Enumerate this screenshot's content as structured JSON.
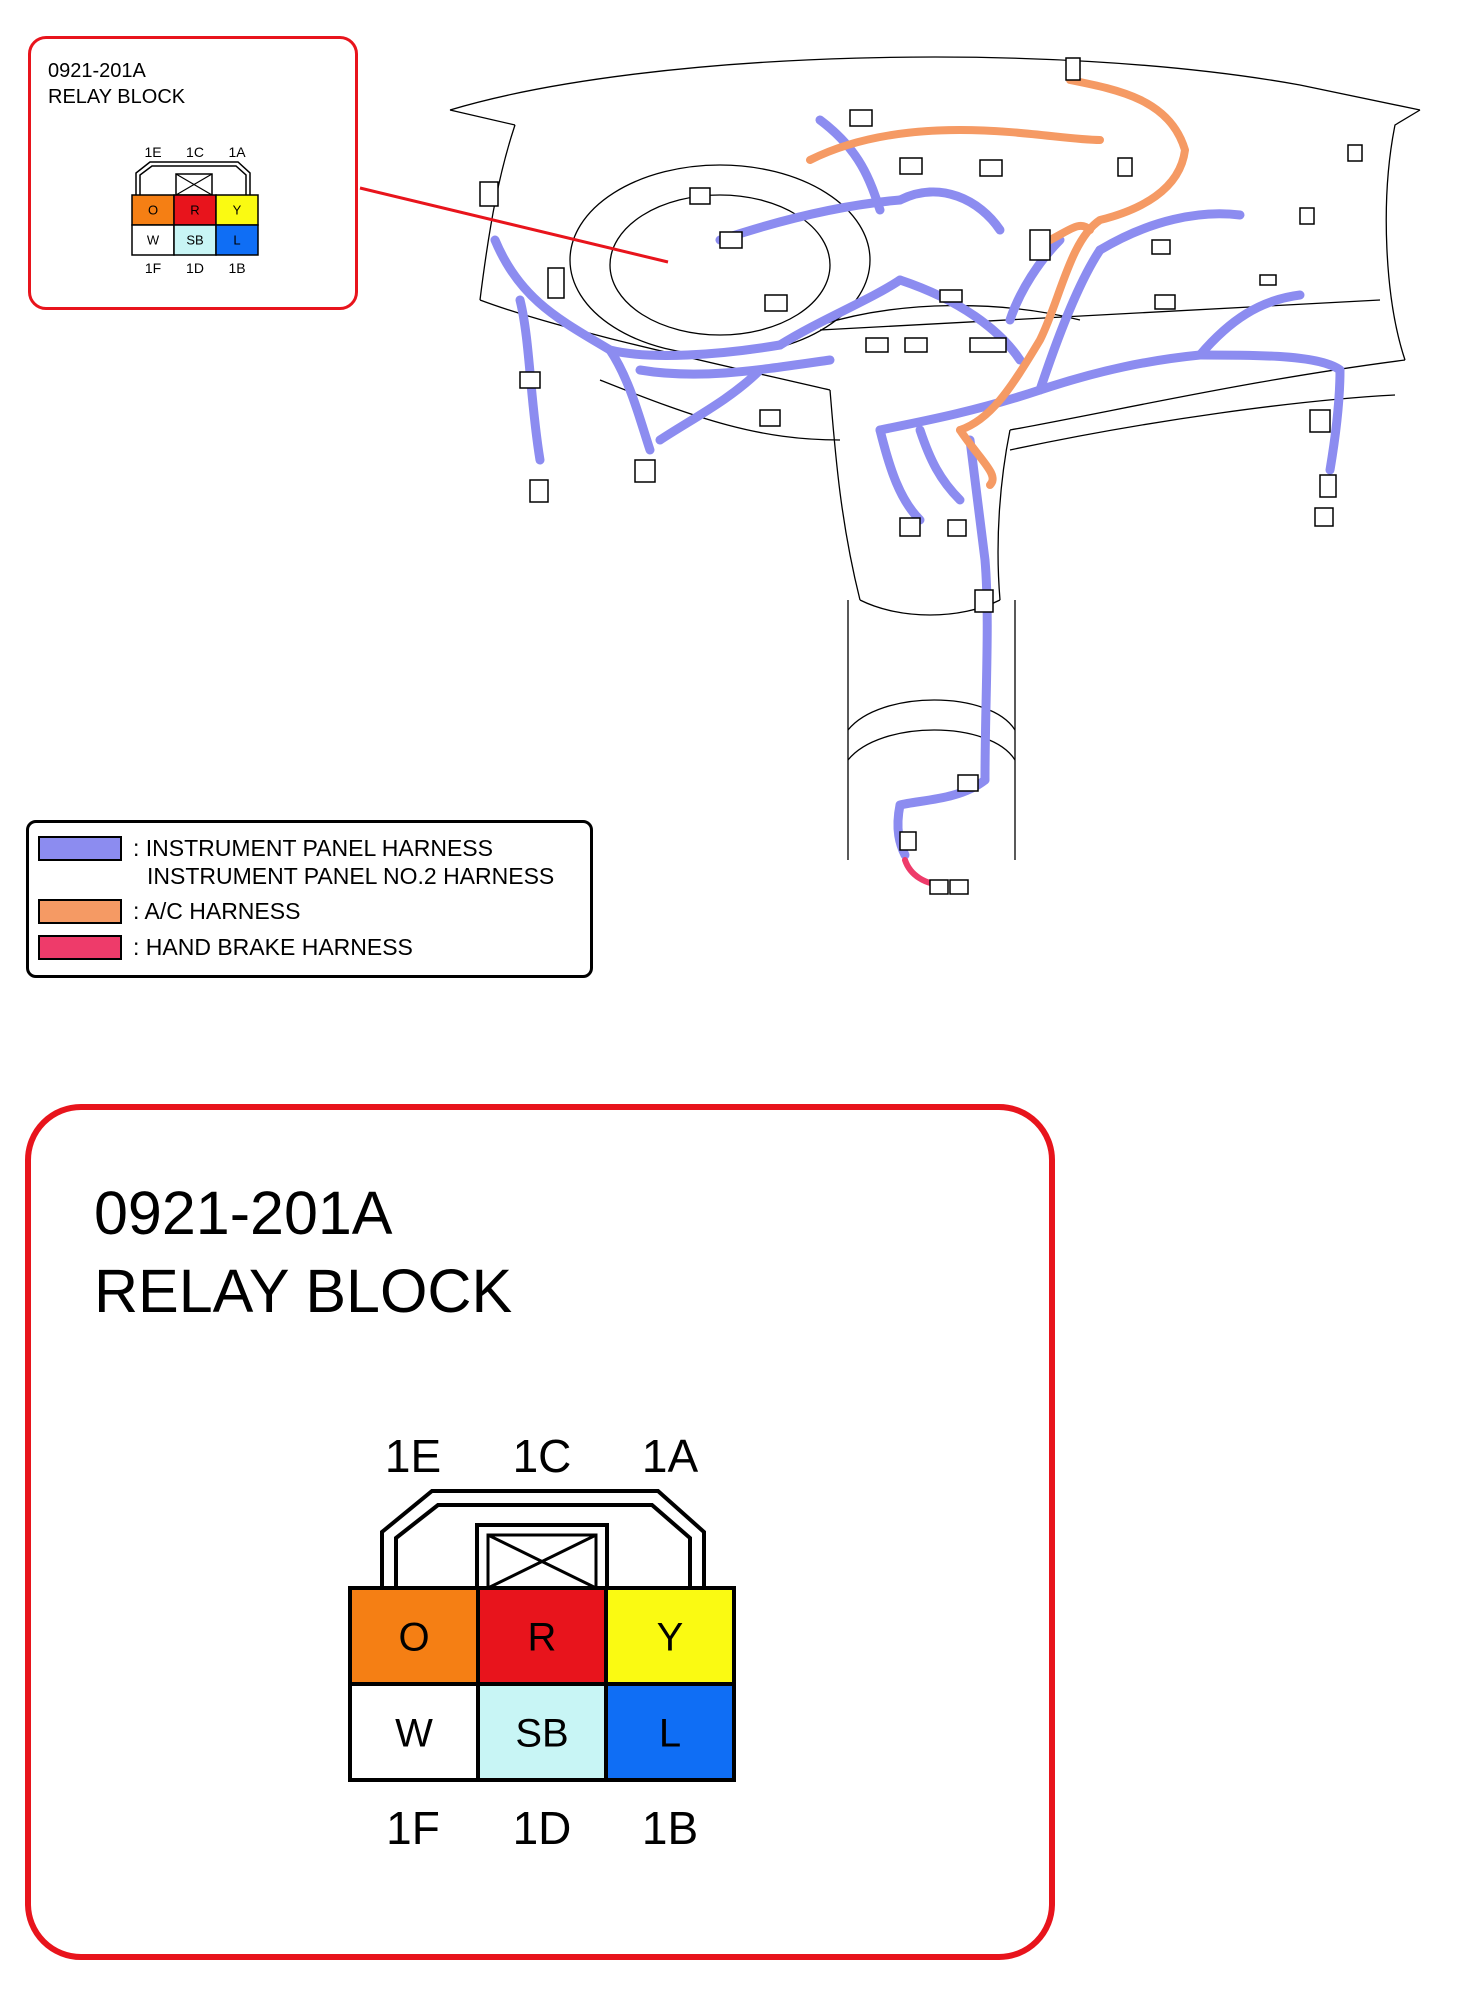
{
  "callout": {
    "part_number": "0921-201A",
    "name": "RELAY BLOCK"
  },
  "connector": {
    "top_labels": [
      "1E",
      "1C",
      "1A"
    ],
    "bottom_labels": [
      "1F",
      "1D",
      "1B"
    ],
    "cells_top": [
      {
        "code": "O",
        "color": "#f57f14"
      },
      {
        "code": "R",
        "color": "#e8141c"
      },
      {
        "code": "Y",
        "color": "#fafa12"
      }
    ],
    "cells_bottom": [
      {
        "code": "W",
        "color": "#ffffff"
      },
      {
        "code": "SB",
        "color": "#c8f5f5"
      },
      {
        "code": "L",
        "color": "#0f6ef5"
      }
    ]
  },
  "legend": {
    "items": [
      {
        "label": ": INSTRUMENT PANEL HARNESS",
        "label2": "INSTRUMENT PANEL NO.2 HARNESS",
        "color": "#8c8cf0"
      },
      {
        "label": ": A/C HARNESS",
        "color": "#f59a64"
      },
      {
        "label": ": HAND BRAKE HARNESS",
        "color": "#ee3b6a"
      }
    ]
  },
  "detail": {
    "part_number": "0921-201A",
    "name": "RELAY BLOCK"
  },
  "colors": {
    "callout_border": "#e8141c",
    "harness_ip": "#8c8cf0",
    "harness_ac": "#f59a64",
    "harness_hand_brake": "#ee3b6a"
  }
}
